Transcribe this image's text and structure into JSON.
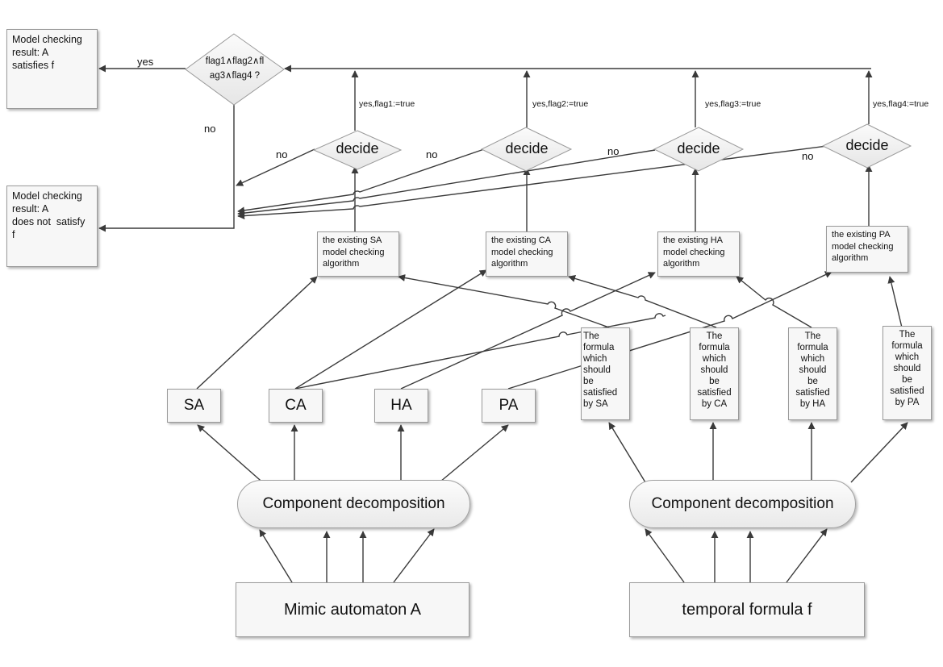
{
  "results": {
    "satisfies": "Model checking\nresult: A\nsatisfies f",
    "not_satisfies": "Model checking\nresult: A\ndoes not  satisfy\nf"
  },
  "flag_condition": "flag1∧flag2∧fl\nag3∧flag4 ?",
  "edge_labels": {
    "yes": "yes",
    "no": "no",
    "flag1": "yes,flag1:=true",
    "flag2": "yes,flag2:=true",
    "flag3": "yes,flag3:=true",
    "flag4": "yes,flag4:=true"
  },
  "decide_label": "decide",
  "algorithms": {
    "sa": "the existing SA\nmodel checking\nalgorithm",
    "ca": "the existing CA\nmodel checking\nalgorithm",
    "ha": "the existing HA\nmodel checking\nalgorithm",
    "pa": "the existing PA\nmodel checking\nalgorithm"
  },
  "components": {
    "sa": "SA",
    "ca": "CA",
    "ha": "HA",
    "pa": "PA"
  },
  "formulas": {
    "sa": "The\nformula\nwhich\nshould\nbe\nsatisfied\nby SA",
    "ca": "The\nformula\nwhich\nshould\nbe\nsatisfied\nby CA",
    "ha": "The\nformula\nwhich\nshould\nbe\nsatisfied\nby HA",
    "pa": "The\nformula\nwhich\nshould\nbe\nsatisfied\nby PA"
  },
  "decomposition_label": "Component decomposition",
  "inputs": {
    "automaton": "Mimic automaton A",
    "formula": "temporal formula f"
  }
}
